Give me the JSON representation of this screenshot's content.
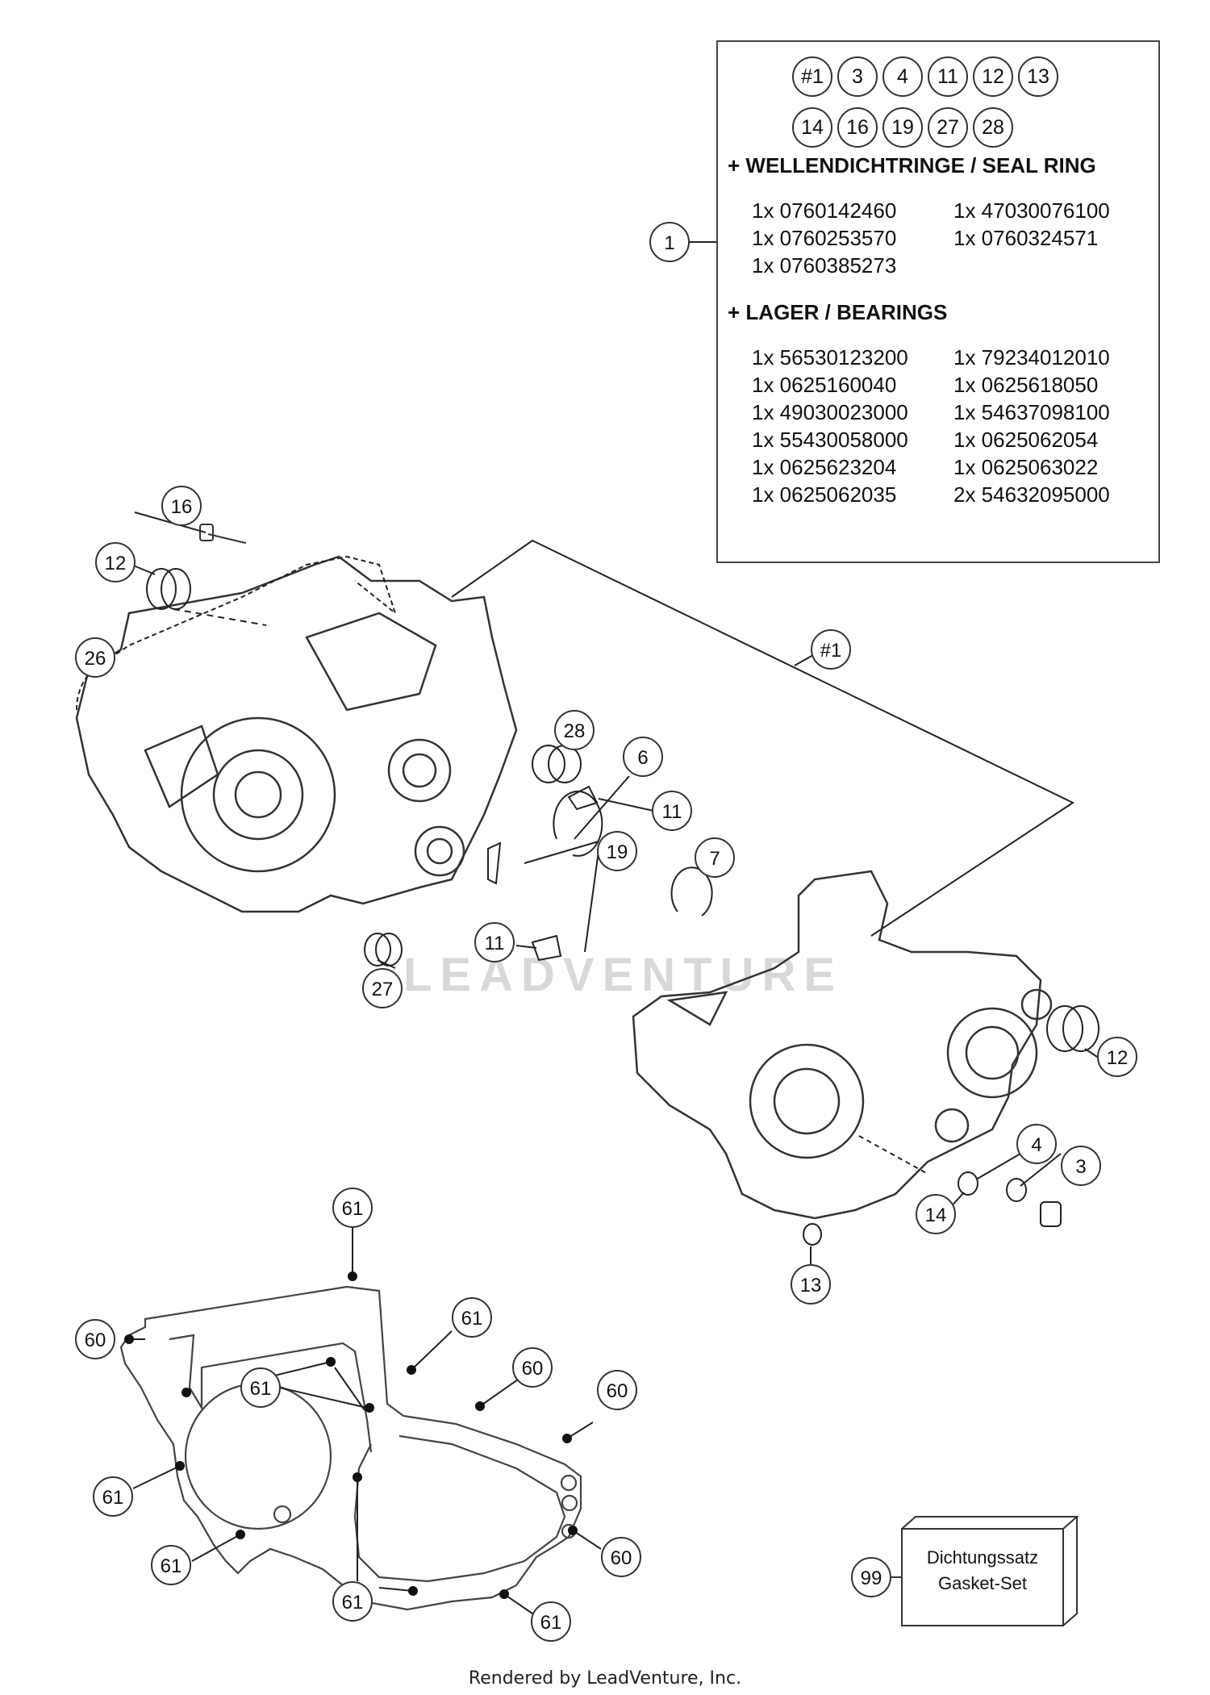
{
  "kit": {
    "circles_row1": [
      "#1",
      "3",
      "4",
      "11",
      "12",
      "13"
    ],
    "circles_row2": [
      "14",
      "16",
      "19",
      "27",
      "28"
    ],
    "seal_heading": "+ WELLENDICHTRINGE / SEAL RING",
    "seal_items": [
      "1x 0760142460",
      "1x 47030076100",
      "1x 0760253570",
      "1x 0760324571",
      "1x 0760385273"
    ],
    "bearing_heading": "+ LAGER / BEARINGS",
    "bearing_items": [
      "1x 56530123200",
      "1x 79234012010",
      "1x 0625160040",
      "1x 0625618050",
      "1x 49030023000",
      "1x 54637098100",
      "1x 55430058000",
      "1x 0625062054",
      "1x 0625623204",
      "1x 0625063022",
      "1x 0625062035",
      "2x 54632095000"
    ]
  },
  "callouts": {
    "c1": "1",
    "c16": "16",
    "c12a": "12",
    "c26": "26",
    "c28": "28",
    "c6": "6",
    "c11a": "11",
    "c7": "7",
    "c19": "19",
    "c11b": "11",
    "c27": "27",
    "c1b": "#1",
    "c12b": "12",
    "c4": "4",
    "c3": "3",
    "c14": "14",
    "c13": "13",
    "c99": "99",
    "g61a": "61",
    "g60a": "60",
    "g61b": "61",
    "g61c": "61",
    "g60b": "60",
    "g60c": "60",
    "g61d": "61",
    "g61e": "61",
    "g61f": "61",
    "g61g": "61",
    "g60d": "60"
  },
  "gasket_set": {
    "line1": "Dichtungssatz",
    "line2": "Gasket-Set"
  },
  "watermark": "LEADVENTURE",
  "footer": "Rendered by LeadVenture, Inc."
}
